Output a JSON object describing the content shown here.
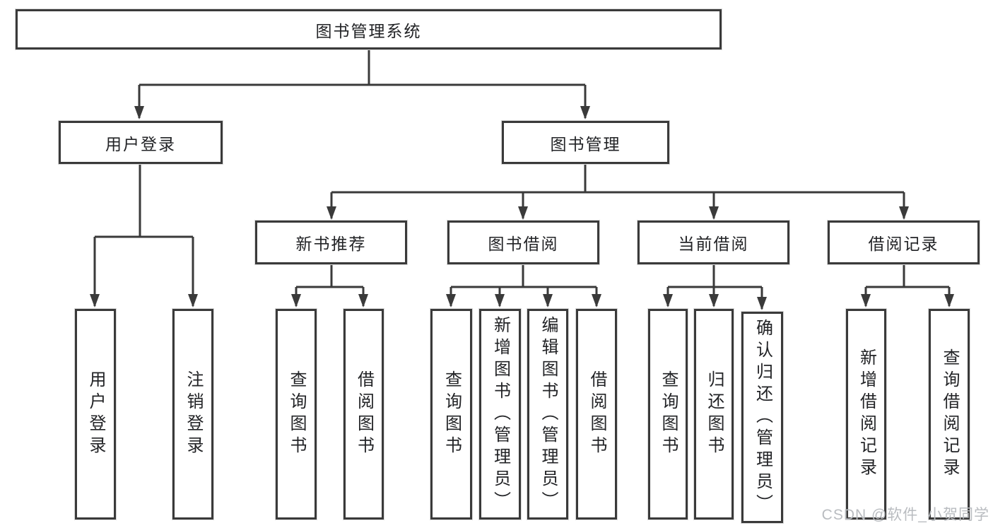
{
  "diagram": {
    "tree": {
      "root": {
        "label": "图书管理系统",
        "children": [
          {
            "label": "用户登录",
            "children": [
              {
                "label": "用户登录"
              },
              {
                "label": "注销登录"
              }
            ]
          },
          {
            "label": "图书管理",
            "children": [
              {
                "label": "新书推荐",
                "children": [
                  {
                    "label": "查询图书"
                  },
                  {
                    "label": "借阅图书"
                  }
                ]
              },
              {
                "label": "图书借阅",
                "children": [
                  {
                    "label": "查询图书"
                  },
                  {
                    "label": "新增图书（管理员）"
                  },
                  {
                    "label": "编辑图书（管理员）"
                  },
                  {
                    "label": "借阅图书"
                  }
                ]
              },
              {
                "label": "当前借阅",
                "children": [
                  {
                    "label": "查询图书"
                  },
                  {
                    "label": "归还图书"
                  },
                  {
                    "label": "确认归还（管理员）"
                  }
                ]
              },
              {
                "label": "借阅记录",
                "children": [
                  {
                    "label": "新增借阅记录"
                  },
                  {
                    "label": "查询借阅记录"
                  }
                ]
              }
            ]
          }
        ]
      }
    },
    "colors": {
      "line": "#3a3a3a",
      "box_border": "#3a3a3a",
      "text": "#222326",
      "background": "#ffffff",
      "watermark_text": "#b9bcc0"
    }
  },
  "watermark": {
    "text": "CSDN @软件_小贺同学"
  }
}
